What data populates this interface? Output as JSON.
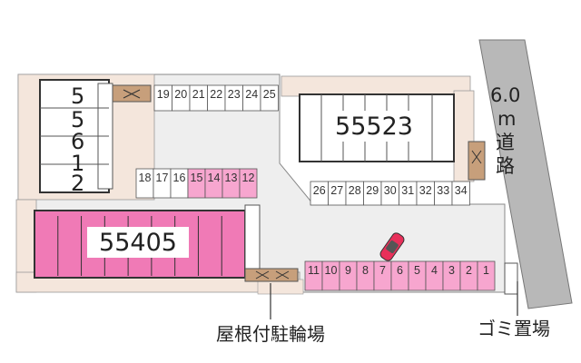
{
  "map": {
    "colors": {
      "paving": "#eeeeee",
      "landscape": "#f4e6dc",
      "building_fill": "#ffffff",
      "rented_unit": "#f07ab6",
      "rented_stall": "#f7a6cf",
      "road": "#b8b8b8",
      "bike_shelter": "#c79f7b",
      "outline": "#555555"
    },
    "road": {
      "width_label": "6.0",
      "unit_label": "m",
      "name_label": "道路"
    },
    "buildings": {
      "north_east": {
        "label": "55523"
      },
      "south_west": {
        "label": "55405"
      },
      "north_west": {
        "label": "55612"
      }
    },
    "parking": {
      "top_row": [
        "19",
        "20",
        "21",
        "22",
        "23",
        "24",
        "25"
      ],
      "middle_row": [
        "18",
        "17",
        "16",
        "15",
        "14",
        "13",
        "12"
      ],
      "middle_row_rented": [
        "15",
        "14",
        "13",
        "12"
      ],
      "east_row": [
        "26",
        "27",
        "28",
        "29",
        "30",
        "31",
        "32",
        "33",
        "34"
      ],
      "bottom_row": [
        "11",
        "10",
        "9",
        "8",
        "7",
        "6",
        "5",
        "4",
        "3",
        "2",
        "1"
      ],
      "bottom_row_rented": [
        "11",
        "10",
        "9",
        "8",
        "7",
        "6",
        "5",
        "4",
        "3",
        "2",
        "1"
      ]
    },
    "callouts": {
      "bike_shelter": "屋根付駐輪場",
      "garbage": "ゴミ置場"
    }
  }
}
